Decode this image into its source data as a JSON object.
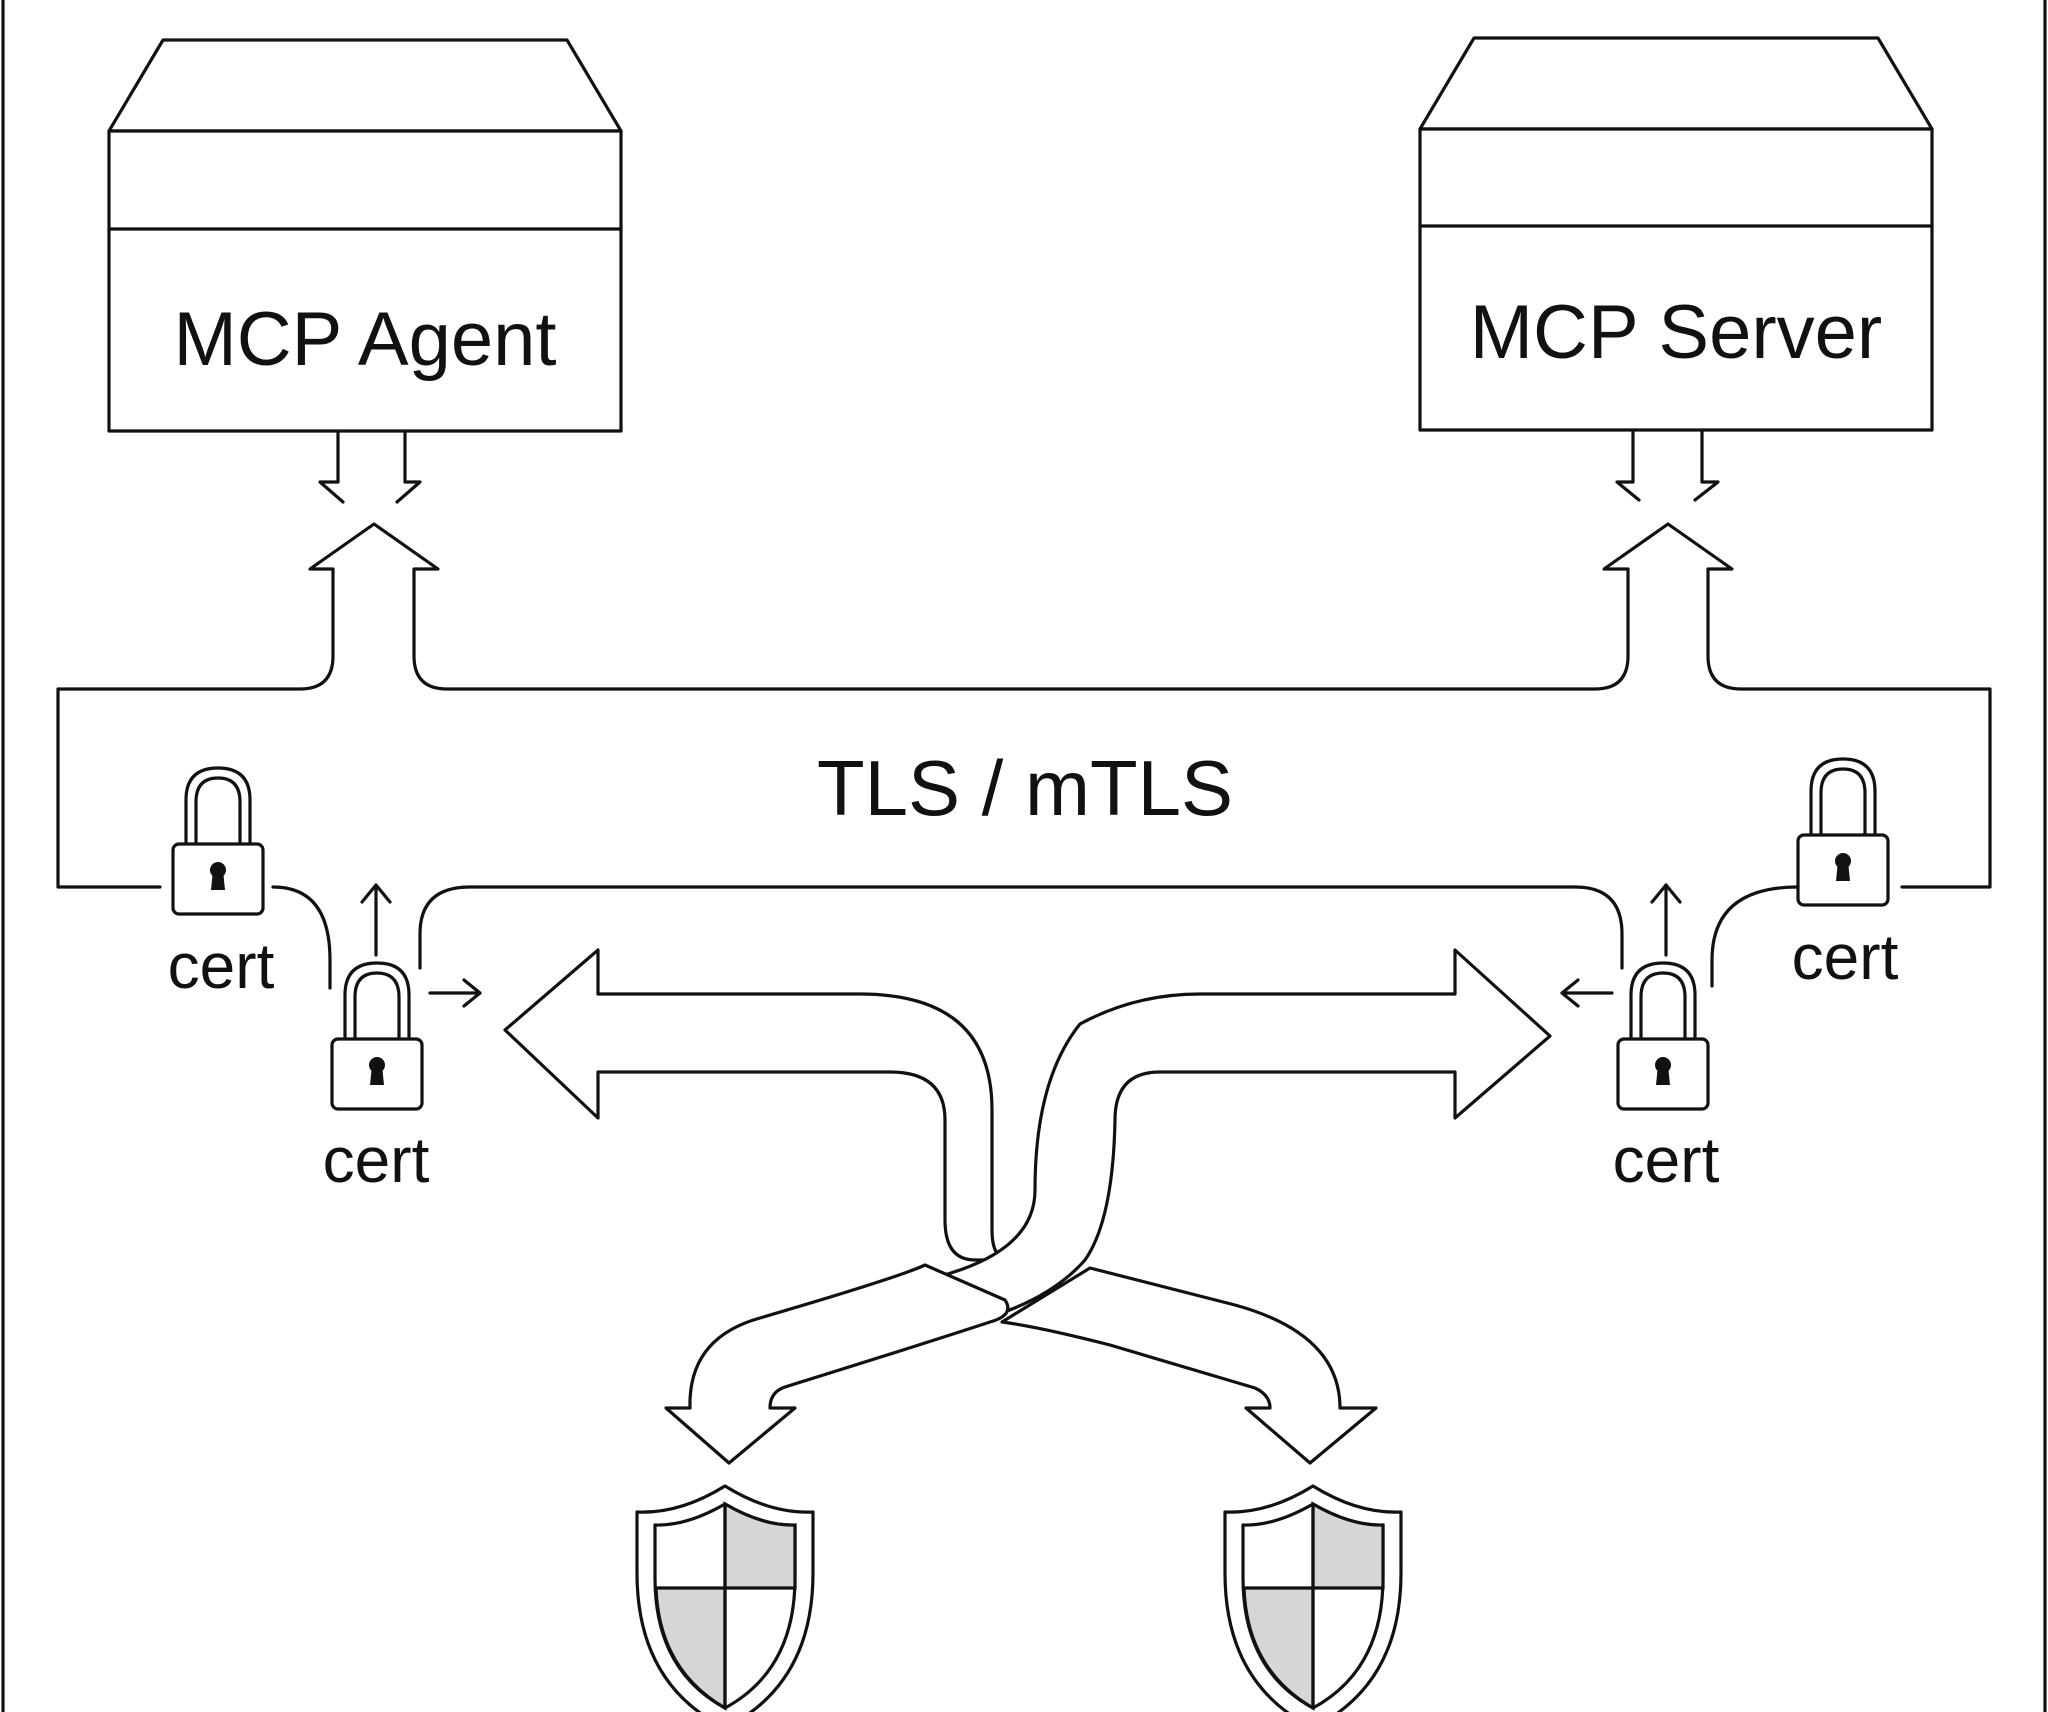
{
  "diagram": {
    "nodes": {
      "agent": {
        "label": "MCP Agent"
      },
      "server": {
        "label": "MCP Server"
      }
    },
    "channel": {
      "label": "TLS / mTLS"
    },
    "certificates": [
      {
        "id": "agent-outer",
        "label": "cert"
      },
      {
        "id": "agent-inner",
        "label": "cert"
      },
      {
        "id": "server-outer",
        "label": "cert"
      },
      {
        "id": "server-inner",
        "label": "cert"
      }
    ],
    "icons": [
      "lock-icon",
      "shield-icon"
    ],
    "colors": {
      "line": "#111111",
      "background": "#ffffff",
      "shield_fill": "#d6d6d6"
    }
  }
}
